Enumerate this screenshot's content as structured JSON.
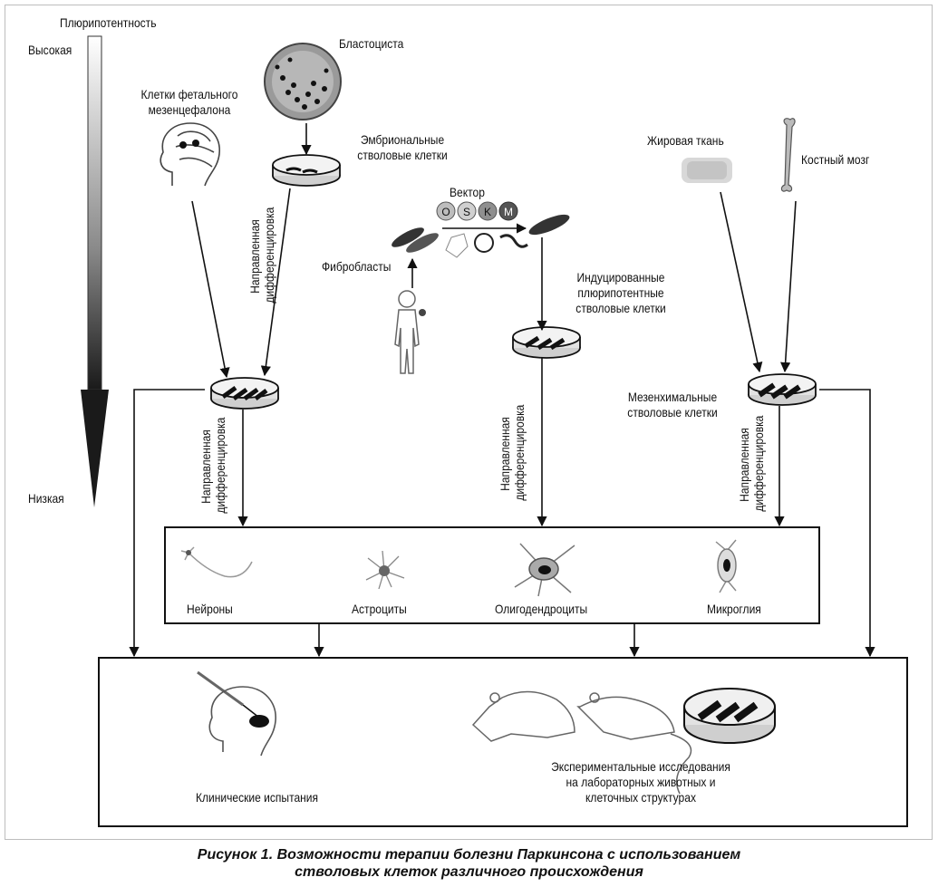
{
  "pluripotency": {
    "title": "Плюрипотентность",
    "high": "Высокая",
    "low": "Низкая"
  },
  "sources": {
    "blastocyst": "Бластоциста",
    "embryonic": "Эмбриональные\nстволовые клетки",
    "fetal": "Клетки фетального\nмезенцефалона",
    "vector": "Вектор",
    "vector_factors": [
      "O",
      "S",
      "K",
      "M"
    ],
    "fibroblasts": "Фибробласты",
    "ipsc": "Индуцированные\nплюрипотентные\nстволовые клетки",
    "adipose": "Жировая ткань",
    "bone_marrow": "Костный мозг",
    "msc": "Мезенхимальные\nстволовые клетки"
  },
  "directed_diff": "Направленная\nдифференцировка",
  "cell_types": {
    "neurons": "Нейроны",
    "astrocytes": "Астроциты",
    "oligodendrocytes": "Олигодендроциты",
    "microglia": "Микроглия"
  },
  "applications": {
    "clinical": "Клинические испытания",
    "experimental": "Экспериментальные исследования\nна лабораторных животных и\nклеточных структурах"
  },
  "caption": {
    "line1": "Рисунок 1. Возможности терапии болезни Паркинсона с использованием",
    "line2": "стволовых клеток различного происхождения"
  }
}
